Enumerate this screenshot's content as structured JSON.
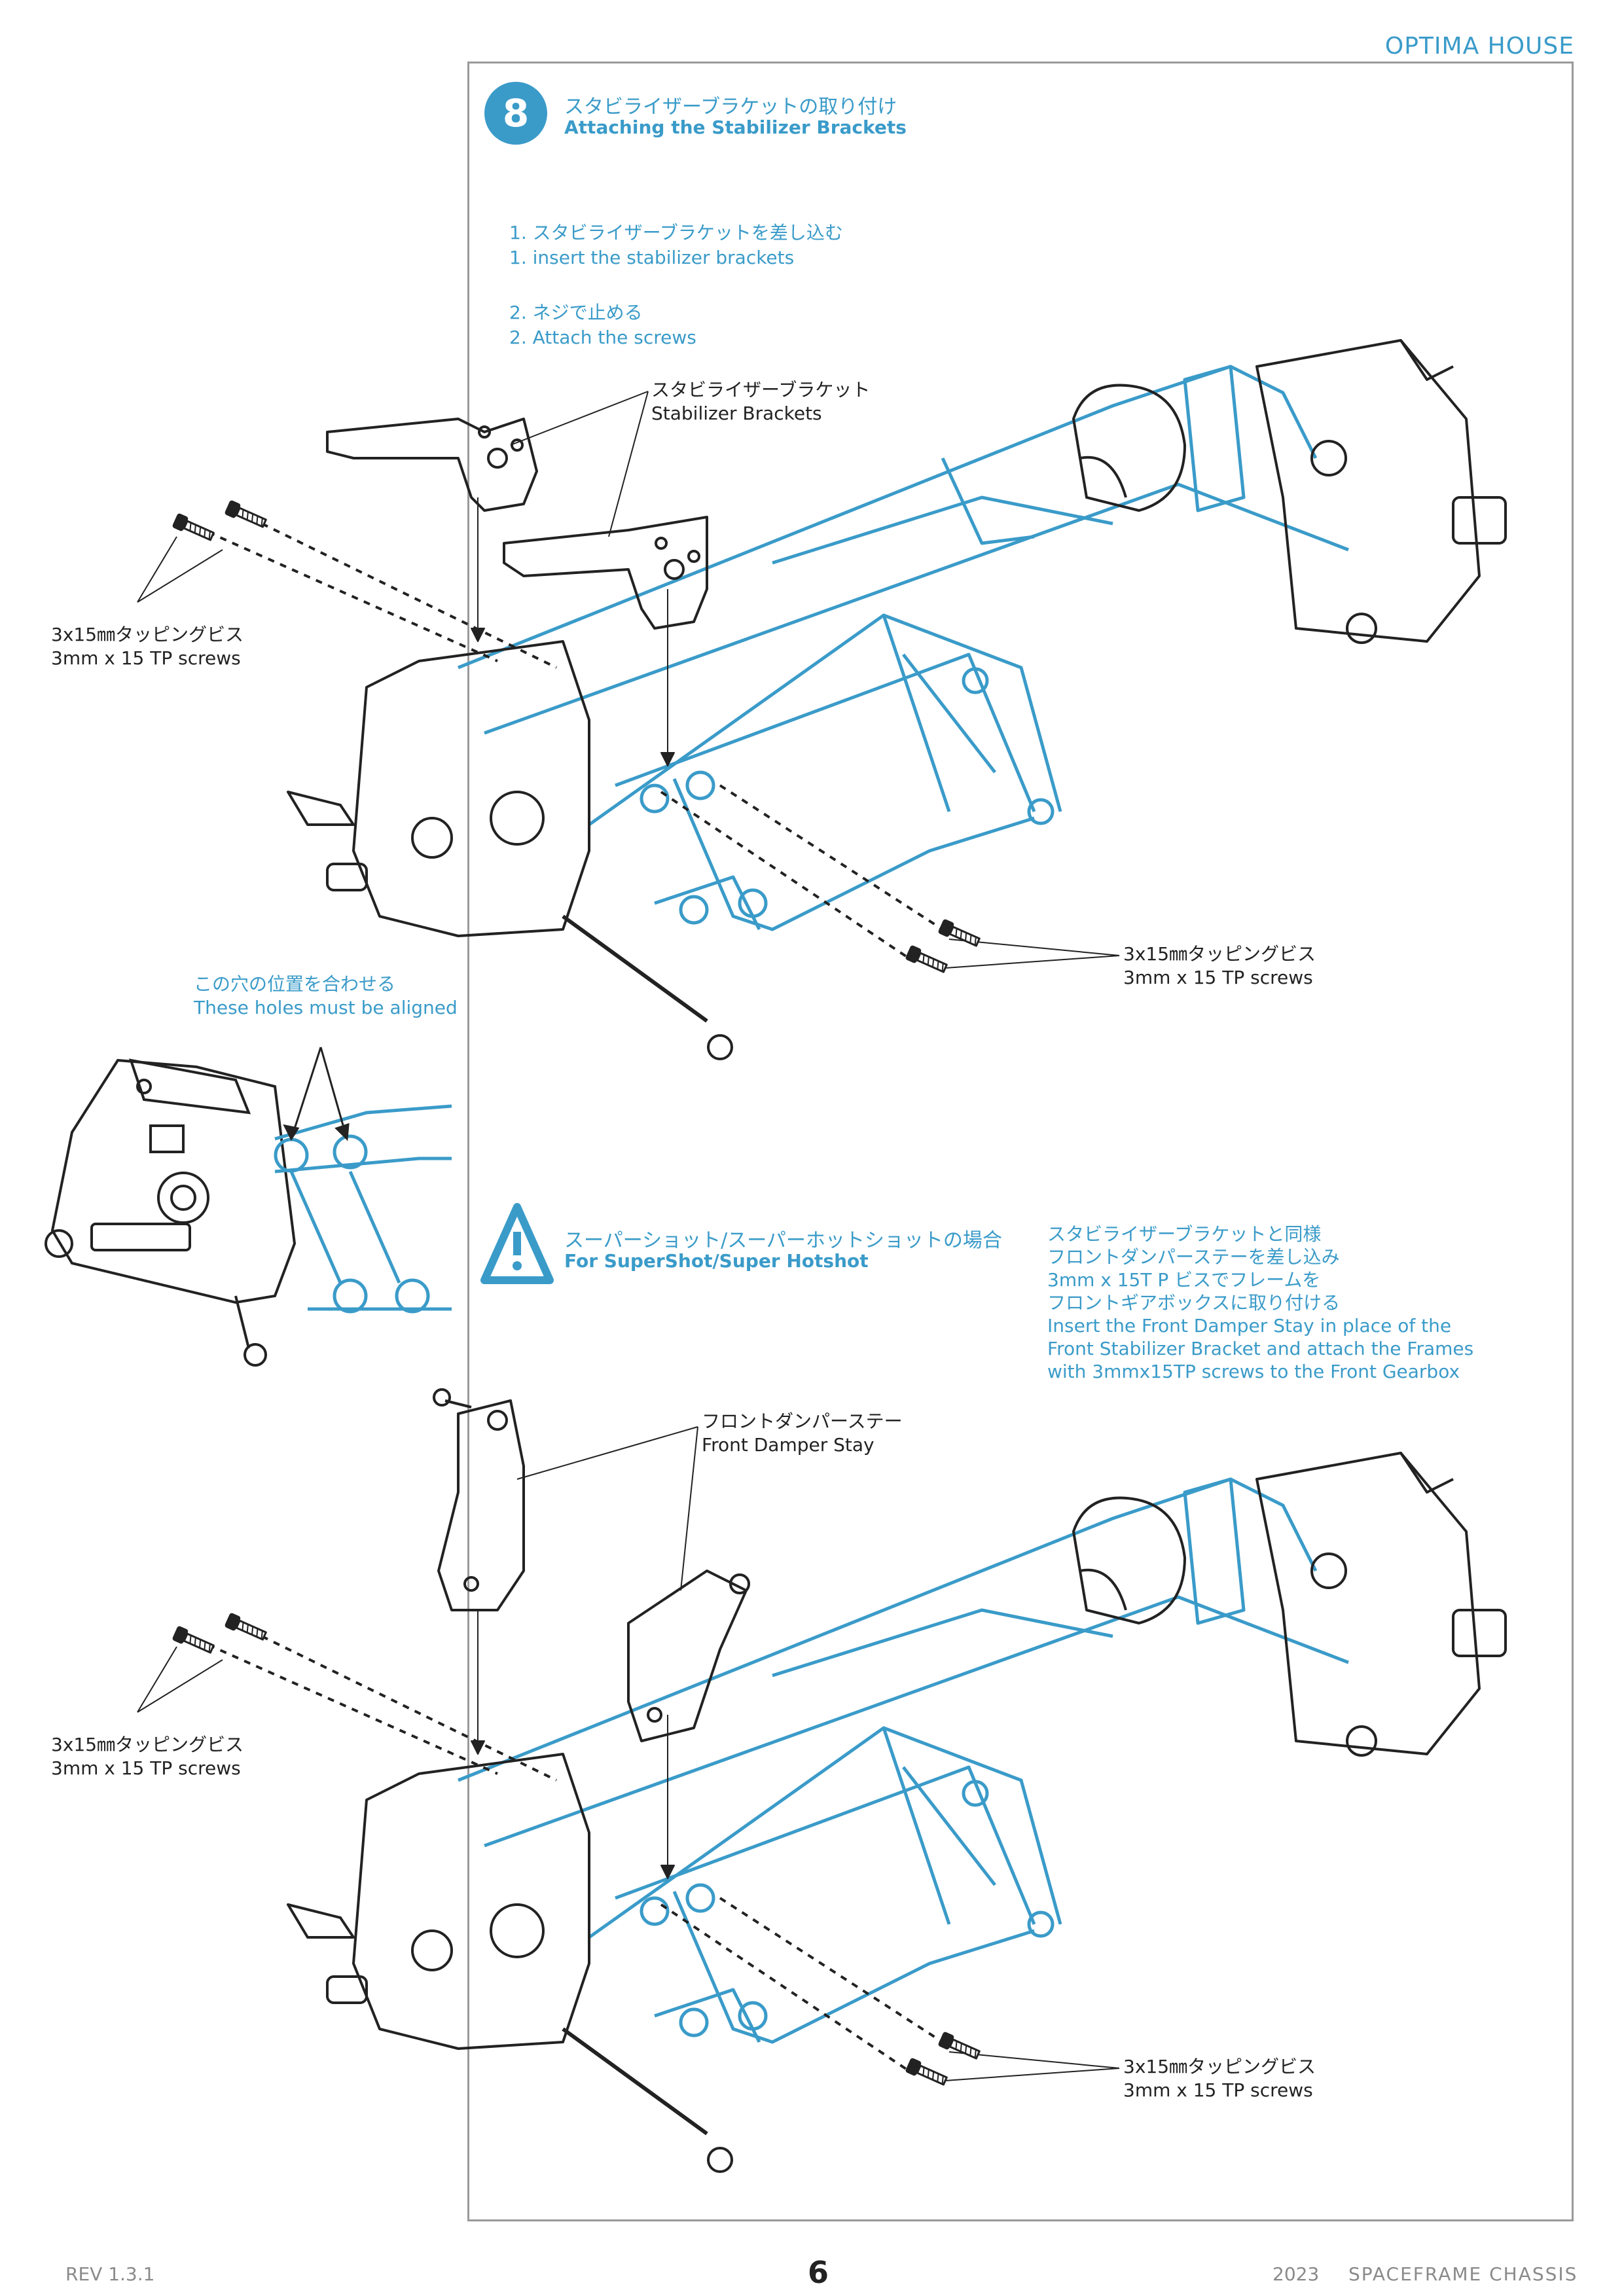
{
  "brand": "OPTIMA HOUSE",
  "step": {
    "number": "8",
    "title_jp": "スタビライザーブラケットの取り付け",
    "title_en": "Attaching the Stabilizer Brackets"
  },
  "instructions": [
    {
      "jp": "1. スタビライザーブラケットを差し込む",
      "en": "1. insert the stabilizer brackets"
    },
    {
      "jp": "2. ネジで止める",
      "en": "2. Attach the screws"
    }
  ],
  "labels": {
    "brackets_jp": "スタビライザーブラケット",
    "brackets_en": "Stabilizer Brackets",
    "screws_jp": "3x15㎜タッピングビス",
    "screws_en": "3mm x 15 TP screws",
    "holes_jp": "この穴の位置を合わせる",
    "holes_en": "These holes must be aligned",
    "damper_jp": "フロントダンパーステー",
    "damper_en": "Front Damper Stay"
  },
  "warning": {
    "title_jp": "スーパーショット/スーパーホットショットの場合",
    "title_en": "For SuperShot/Super Hotshot",
    "note_lines": [
      "スタビライザーブラケットと同様",
      "フロントダンパーステーを差し込み",
      "3mm x 15T P ビスでフレームを",
      "フロントギアボックスに取り付ける",
      "Insert the Front Damper Stay in place of the",
      "Front Stabilizer Bracket and attach the Frames",
      "with 3mmx15TP screws to the Front Gearbox"
    ]
  },
  "footer": {
    "revision": "REV 1.3.1",
    "page_number": "6",
    "year": "2023",
    "product": "SPACEFRAME CHASSIS"
  },
  "colors": {
    "accent": "#3a9bc9",
    "line": "#222222",
    "frame": "#9a9a9a"
  }
}
